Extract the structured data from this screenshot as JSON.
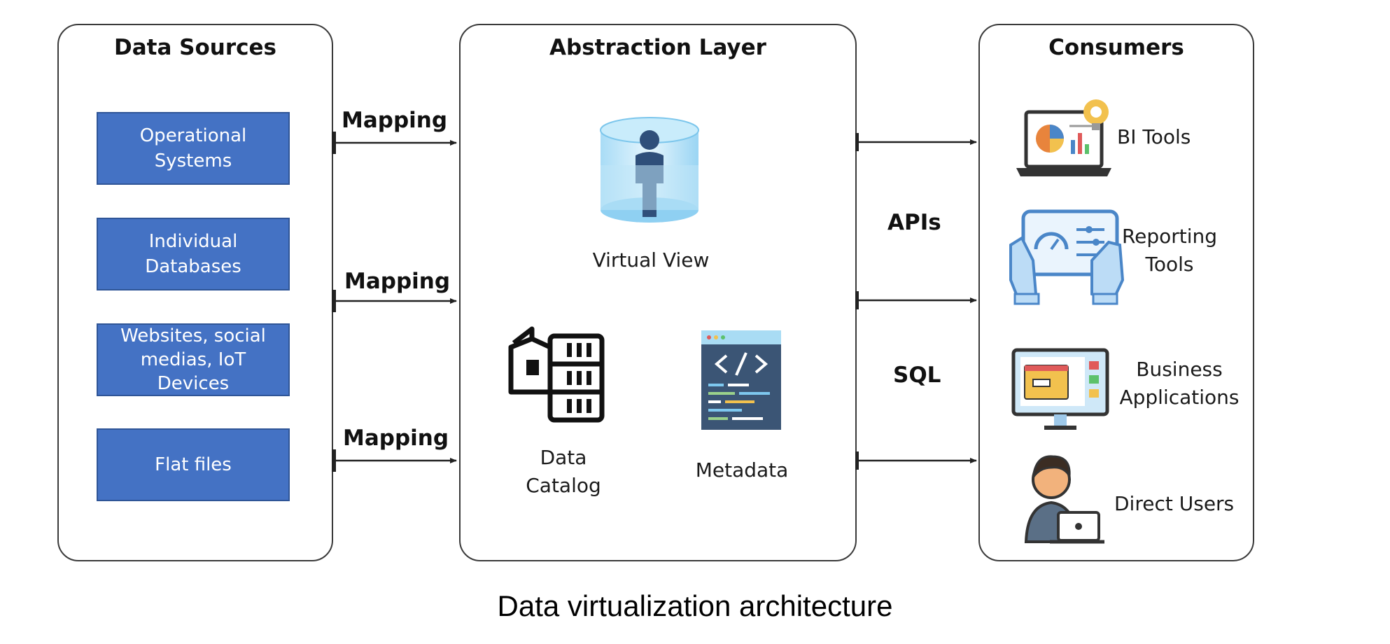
{
  "panels": {
    "sources": {
      "title": "Data Sources"
    },
    "abstraction": {
      "title": "Abstraction Layer"
    },
    "consumers": {
      "title": "Consumers"
    }
  },
  "sources": [
    "Operational Systems",
    "Individual Databases",
    "Websites, social medias, IoT Devices",
    "Flat files"
  ],
  "mapping_labels": [
    "Mapping",
    "Mapping",
    "Mapping"
  ],
  "abstraction": {
    "virtual_view": "Virtual View",
    "data_catalog": "Data Catalog",
    "metadata": "Metadata"
  },
  "interfaces": {
    "apis": "APIs",
    "sql": "SQL"
  },
  "consumers": [
    "BI Tools",
    "Reporting Tools",
    "Business Applications",
    "Direct Users"
  ],
  "caption": "Data virtualization architecture",
  "colors": {
    "source_box": "#4472c4",
    "panel_border": "#3a3a3a",
    "arrow": "#222222"
  }
}
